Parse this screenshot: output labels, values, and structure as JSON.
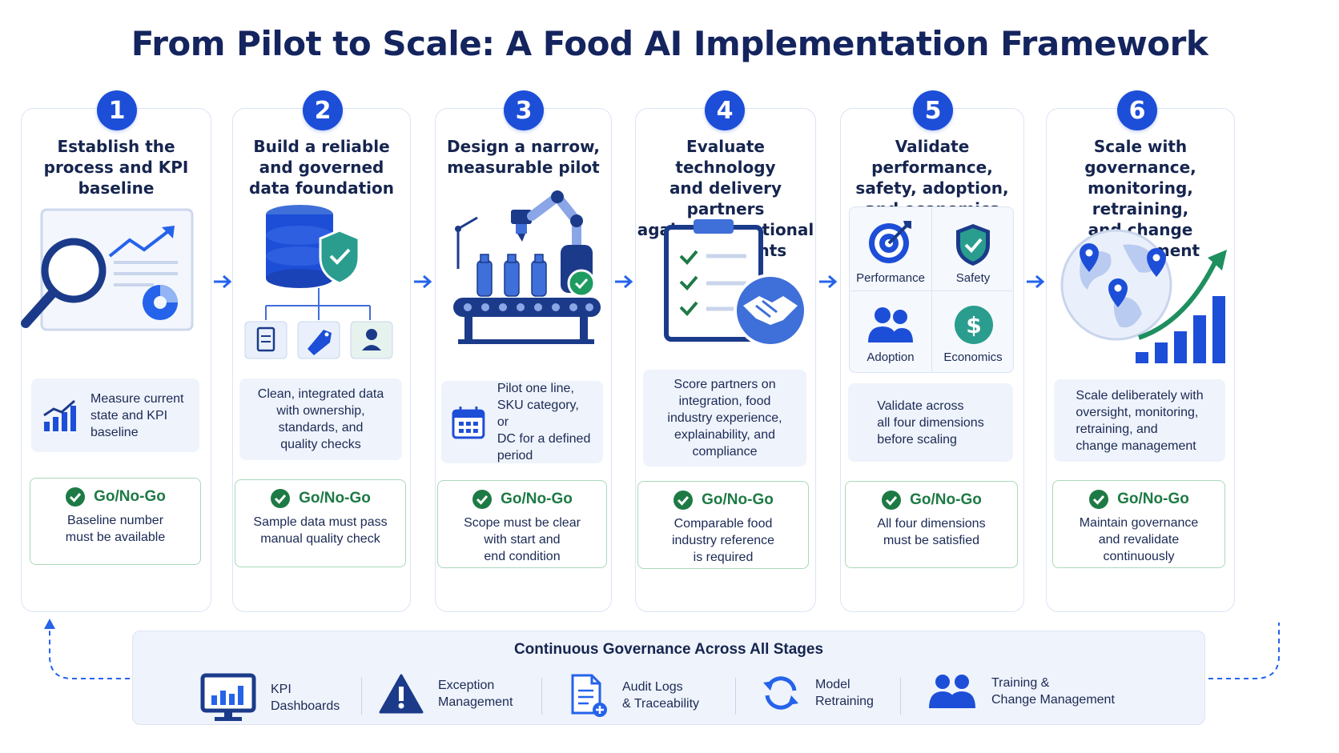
{
  "title": "From Pilot to Scale: A Food AI Implementation Framework",
  "steps": [
    {
      "number": "1",
      "title_lines": [
        "Establish the",
        "process and KPI",
        "baseline"
      ],
      "desc_lines": [
        "Measure current",
        "state and KPI",
        "baseline"
      ],
      "go_label": "Go/No-Go",
      "go_lines": [
        "Baseline number",
        "must be available"
      ]
    },
    {
      "number": "2",
      "title_lines": [
        "Build a reliable",
        "and governed",
        "data foundation"
      ],
      "desc_lines": [
        "Clean, integrated data",
        "with ownership,",
        "standards, and",
        "quality checks"
      ],
      "go_label": "Go/No-Go",
      "go_lines": [
        "Sample data must pass",
        "manual quality check"
      ]
    },
    {
      "number": "3",
      "title_lines": [
        "Design a narrow,",
        "measurable pilot"
      ],
      "desc_lines": [
        "Pilot one line,",
        "SKU category, or",
        "DC for a defined",
        "period"
      ],
      "go_label": "Go/No-Go",
      "go_lines": [
        "Scope must be clear",
        "with start and",
        "end condition"
      ]
    },
    {
      "number": "4",
      "title_lines": [
        "Evaluate technology",
        "and delivery partners",
        "against operational",
        "requirements"
      ],
      "desc_lines": [
        "Score partners on",
        "integration, food",
        "industry experience,",
        "explainability, and",
        "compliance"
      ],
      "go_label": "Go/No-Go",
      "go_lines": [
        "Comparable food",
        "industry reference",
        "is required"
      ]
    },
    {
      "number": "5",
      "title_lines": [
        "Validate performance,",
        "safety, adoption,",
        "and economics"
      ],
      "cells": [
        "Performance",
        "Safety",
        "Adoption",
        "Economics"
      ],
      "desc_lines": [
        "Validate across",
        "all four dimensions",
        "before scaling"
      ],
      "go_label": "Go/No-Go",
      "go_lines": [
        "All four dimensions",
        "must be satisfied"
      ]
    },
    {
      "number": "6",
      "title_lines": [
        "Scale with governance,",
        "monitoring, retraining,",
        "and change",
        "management"
      ],
      "desc_lines": [
        "Scale deliberately with",
        "oversight, monitoring,",
        "retraining, and",
        "change management"
      ],
      "go_label": "Go/No-Go",
      "go_lines": [
        "Maintain governance",
        "and revalidate",
        "continuously"
      ]
    }
  ],
  "governance": {
    "title": "Continuous Governance Across All Stages",
    "items": [
      {
        "icon": "monitor-chart-icon",
        "lines": [
          "KPI",
          "Dashboards"
        ]
      },
      {
        "icon": "warning-triangle-icon",
        "lines": [
          "Exception",
          "Management"
        ]
      },
      {
        "icon": "document-log-icon",
        "lines": [
          "Audit Logs",
          "& Traceability"
        ]
      },
      {
        "icon": "refresh-cycle-icon",
        "lines": [
          "Model",
          "Retraining"
        ]
      },
      {
        "icon": "people-group-icon",
        "lines": [
          "Training &",
          "Change Management"
        ]
      }
    ]
  },
  "colors": {
    "primary": "#1d4ed8",
    "navy": "#14245e",
    "teal": "#2a9d8f",
    "go_green": "#1e7a45",
    "panel_bg": "#eff3fb"
  }
}
